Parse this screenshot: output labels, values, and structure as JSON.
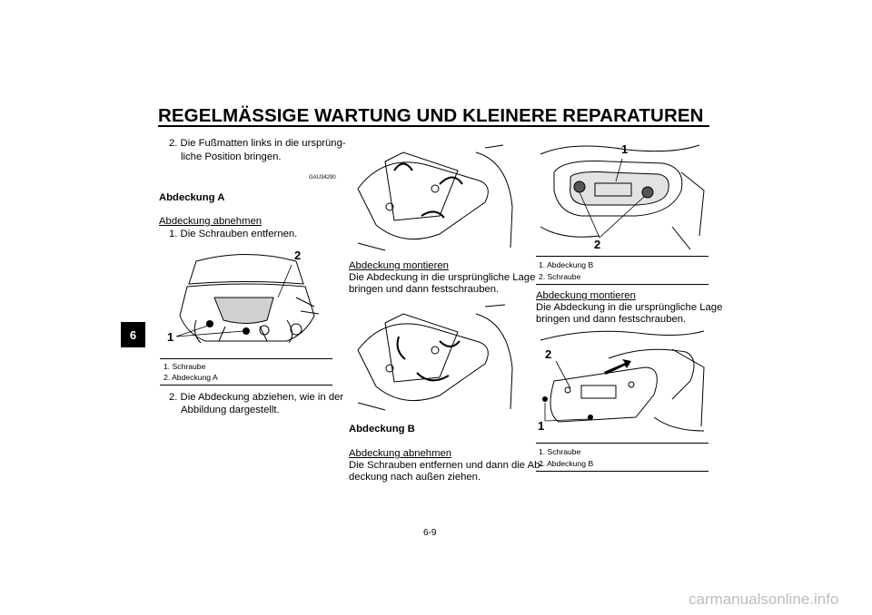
{
  "header": {
    "title": "REGELMÄSSIGE WARTUNG UND KLEINERE REPARATUREN",
    "chapter_tab": "6"
  },
  "col1": {
    "step2_line1": "2. Die Fußmatten links in die ursprüng-",
    "step2_line2": "liche Position bringen.",
    "code": "GAU34290",
    "heading": "Abdeckung A",
    "subheading": "Abdeckung abnehmen",
    "step1": "1. Die Schrauben entfernen.",
    "fig_callouts": [
      "1",
      "2"
    ],
    "captions": [
      "1. Schraube",
      "2. Abdeckung A"
    ],
    "step2b_line1": "2. Die Abdeckung abziehen, wie in der",
    "step2b_line2": "Abbildung dargestellt."
  },
  "col2": {
    "subheading": "Abdeckung montieren",
    "text_line1": "Die Abdeckung in die ursprüngliche Lage",
    "text_line2": "bringen und dann festschrauben.",
    "heading_b": "Abdeckung B",
    "subheading_b": "Abdeckung abnehmen",
    "text_b_line1": "Die Schrauben entfernen und dann die Ab-",
    "text_b_line2": "deckung nach außen ziehen."
  },
  "col3": {
    "fig1_callouts": [
      "1",
      "2"
    ],
    "captions1": [
      "1. Abdeckung B",
      "2. Schraube"
    ],
    "subheading": "Abdeckung montieren",
    "text_line1": "Die Abdeckung in die ursprüngliche Lage",
    "text_line2": "bringen und dann festschrauben.",
    "fig2_callouts": [
      "2",
      "1"
    ],
    "captions2": [
      "1. Schraube",
      "2. Abdeckung B"
    ]
  },
  "footer": {
    "page_number": "6-9",
    "watermark": "carmanualsonline.info"
  }
}
